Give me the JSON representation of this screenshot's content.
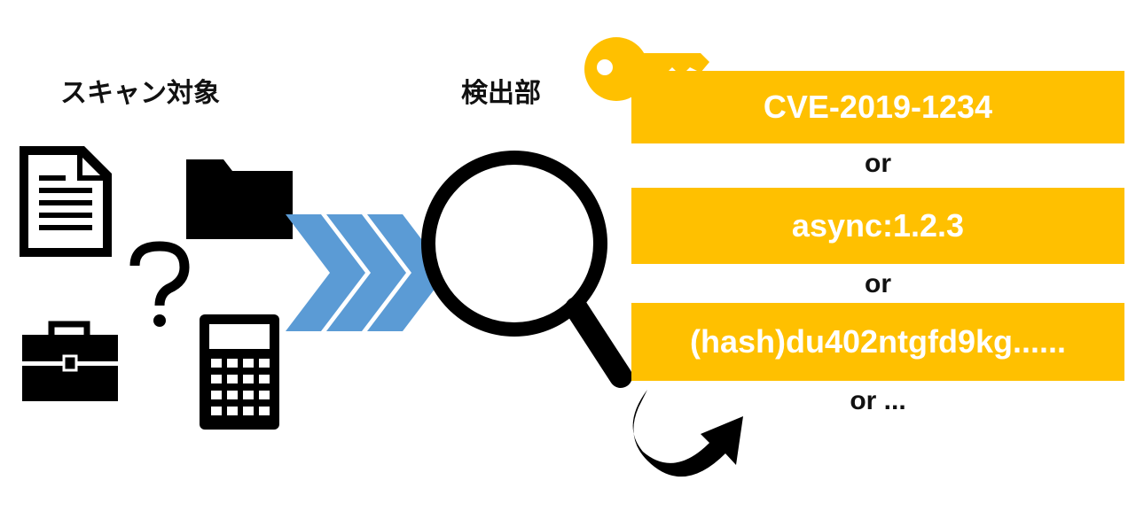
{
  "labels": {
    "scan_target": "スキャン対象",
    "detector": "検出部"
  },
  "identifiers": [
    {
      "text": "CVE-2019-1234"
    },
    {
      "text": "async:1.2.3"
    },
    {
      "text": "(hash)du402ntgfd9kg......"
    }
  ],
  "separators": [
    "or",
    "or",
    "or ..."
  ],
  "colors": {
    "highlight": "#FFC000",
    "arrow": "#5B9BD5",
    "icon": "#000000"
  }
}
